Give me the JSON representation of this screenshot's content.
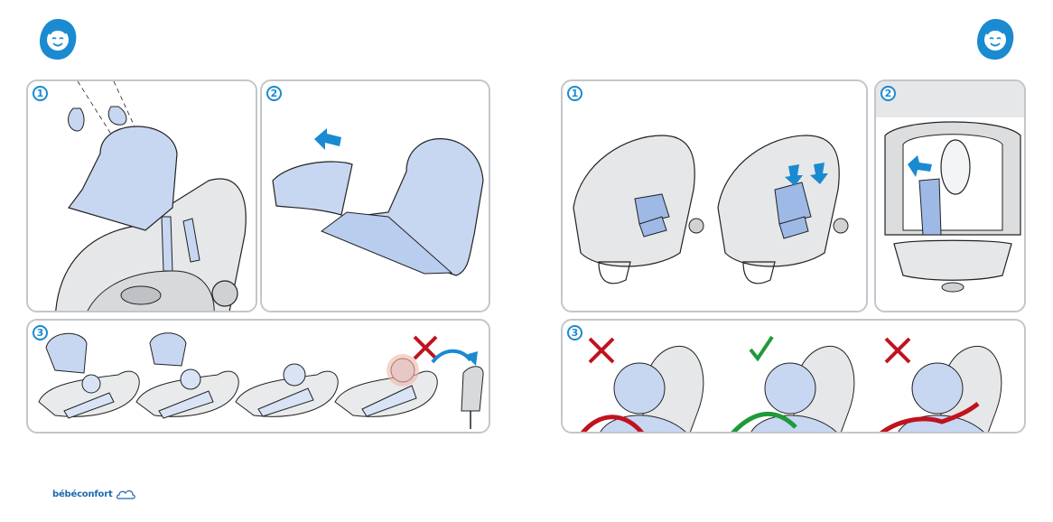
{
  "page": {
    "brand": "bébéconfort",
    "colors": {
      "accent": "#1a8ad1",
      "outline": "#c3c6ca",
      "padding": "#b9cdee",
      "wrong": "#c1121f",
      "right": "#1f9a3b"
    }
  },
  "left_page": {
    "badge_icon": "baby-face-icon",
    "panels": [
      {
        "step": "1",
        "content": "seat-insert-removal-illustration"
      },
      {
        "step": "2",
        "content": "insert-reversal-illustration"
      },
      {
        "step": "3",
        "content": "baby-size-progression-illustration",
        "marker": "cross-icon"
      }
    ]
  },
  "right_page": {
    "badge_icon": "baby-face-icon",
    "panels": [
      {
        "step": "1",
        "content": "harness-adjustment-illustration"
      },
      {
        "step": "2",
        "content": "harness-button-illustration"
      },
      {
        "step": "3",
        "content": "harness-height-check-illustration",
        "markers": [
          "cross-icon",
          "check-icon",
          "cross-icon"
        ]
      }
    ]
  }
}
